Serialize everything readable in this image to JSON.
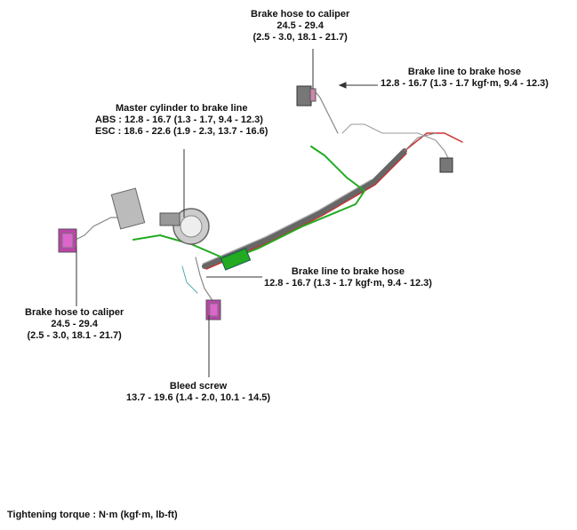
{
  "callouts": {
    "rear_caliper_hose": {
      "title": "Brake hose to caliper",
      "value": "24.5 - 29.4",
      "alt": "(2.5 - 3.0, 18.1 - 21.7)"
    },
    "rear_line_hose": {
      "title": "Brake line to brake hose",
      "value": "12.8 - 16.7 (1.3 - 1.7 kgf·m, 9.4 - 12.3)"
    },
    "master_cylinder": {
      "title": "Master cylinder to brake line",
      "abs": "ABS : 12.8 - 16.7 (1.3 - 1.7, 9.4 - 12.3)",
      "esc": "ESC : 18.6 - 22.6 (1.9 - 2.3, 13.7 - 16.6)"
    },
    "front_line_hose": {
      "title": "Brake line to brake hose",
      "value": "12.8 - 16.7 (1.3 - 1.7 kgf·m, 9.4 - 12.3)"
    },
    "front_caliper_hose": {
      "title": "Brake hose to caliper",
      "value": "24.5 - 29.4",
      "alt": "(2.5 - 3.0, 18.1 - 21.7)"
    },
    "bleed_screw": {
      "title": "Bleed screw",
      "value": "13.7 - 19.6 (1.4 - 2.0, 10.1 - 14.5)"
    }
  },
  "footer": {
    "text": "Tightening torque : N·m (kgf·m, lb-ft)"
  }
}
